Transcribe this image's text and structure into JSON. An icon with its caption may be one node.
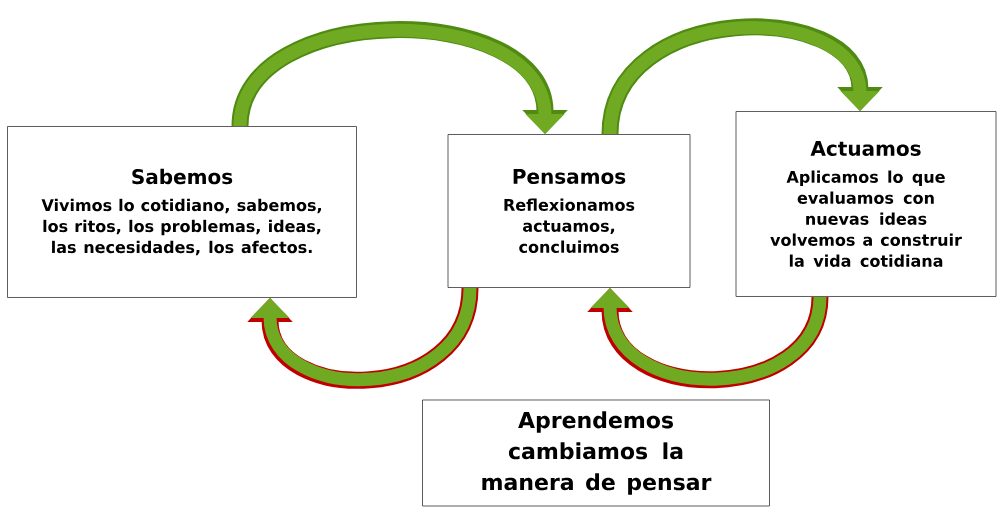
{
  "diagram": {
    "nodes": [
      {
        "text": [
          "Sabemos",
          "Vivimos lo cotidiano, sabemos, los ritos, los problemas, ideas, las necesidades, los afectos."
        ]
      },
      {
        "text": [
          "Pensamos",
          "Reflexionamos actuamos, concluimos"
        ]
      },
      {
        "text": [
          "Actuamos",
          "Aplicamos lo que evaluamos con nuevas ideas volvemos a construir la vida cotidiana"
        ]
      },
      {
        "text": [
          "Aprendemos cambiamos la manera de pensar"
        ]
      }
    ],
    "edges": [
      {
        "from": 0,
        "to": 1,
        "arrow": "to",
        "color": "#4f8a12"
      },
      {
        "from": 1,
        "to": 2,
        "arrow": "to",
        "color": "#4f8a12"
      },
      {
        "from": 1,
        "to": 0,
        "arrow": "to",
        "color": "#c00000"
      },
      {
        "from": 2,
        "to": 1,
        "arrow": "to",
        "color": "#c00000"
      }
    ]
  }
}
